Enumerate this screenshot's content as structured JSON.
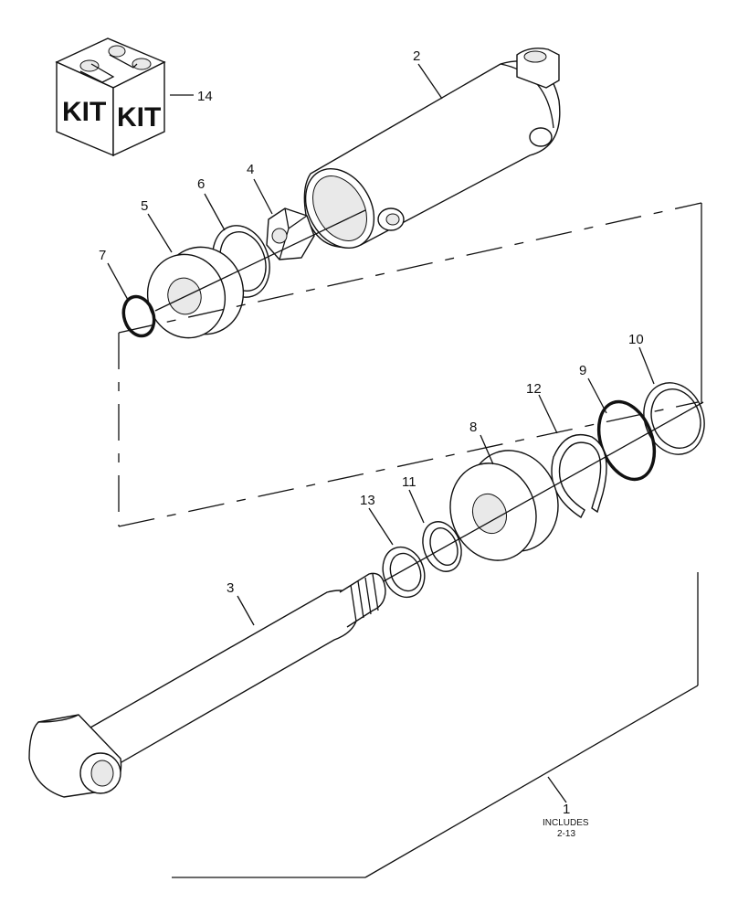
{
  "callouts": {
    "c1": "1",
    "c2": "2",
    "c3": "3",
    "c4": "4",
    "c5": "5",
    "c6": "6",
    "c7": "7",
    "c8": "8",
    "c9": "9",
    "c10": "10",
    "c11": "11",
    "c12": "12",
    "c13": "13",
    "c14": "14"
  },
  "note": {
    "line1": "INCLUDES",
    "line2": "2-13"
  },
  "kit": {
    "left": "KIT",
    "right": "KIT"
  }
}
